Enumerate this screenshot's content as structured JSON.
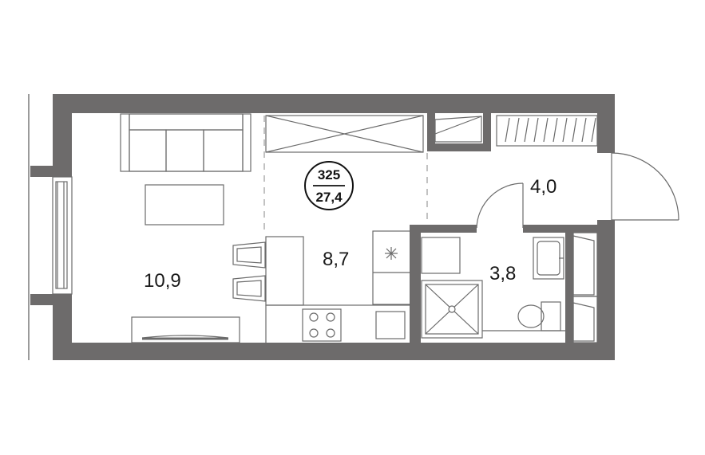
{
  "apartment": {
    "number": "325",
    "total_area": "27,4"
  },
  "rooms": [
    {
      "id": "living",
      "area": "10,9"
    },
    {
      "id": "kitchen",
      "area": "8,7"
    },
    {
      "id": "hall",
      "area": "4,0"
    },
    {
      "id": "bathroom",
      "area": "3,8"
    }
  ],
  "colors": {
    "wall": "#6d6b6b",
    "fixture_line": "#6b6b6b",
    "background": "#ffffff"
  }
}
